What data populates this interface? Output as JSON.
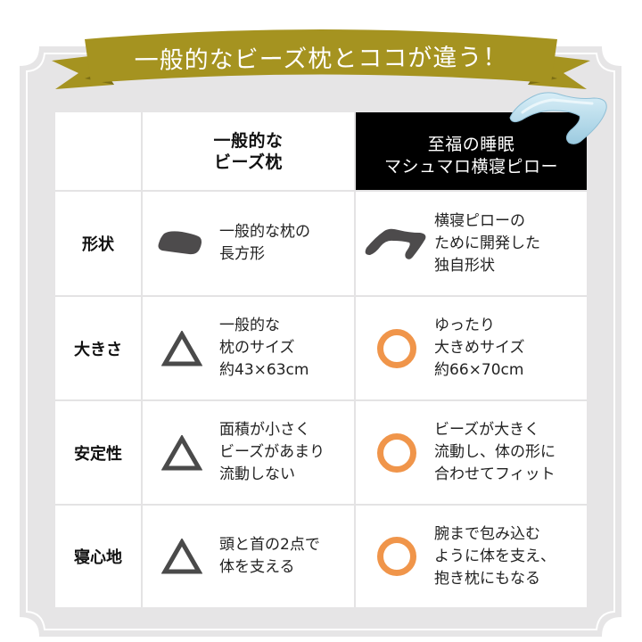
{
  "banner": {
    "title": "一般的なビーズ枕とココが違う！",
    "color": "#a59320"
  },
  "table": {
    "columns": [
      {
        "label": ""
      },
      {
        "label": "一般的な\nビーズ枕"
      },
      {
        "label": "至福の睡眠\nマシュマロ横寝ピロー"
      }
    ],
    "rows": [
      {
        "label": "形状",
        "general": {
          "icon": "rectangle-pillow-icon",
          "text": "一般的な枕の\n長方形"
        },
        "product": {
          "icon": "u-shaped-pillow-icon",
          "text": "横寝ピローの\nために開発した\n独自形状"
        }
      },
      {
        "label": "大きさ",
        "general": {
          "icon": "triangle-mark-icon",
          "text": "一般的な\n枕のサイズ\n約43×63cm"
        },
        "product": {
          "icon": "circle-mark-icon",
          "text": "ゆったり\n大きめサイズ\n約66×70cm"
        }
      },
      {
        "label": "安定性",
        "general": {
          "icon": "triangle-mark-icon",
          "text": "面積が小さく\nビーズがあまり\n流動しない"
        },
        "product": {
          "icon": "circle-mark-icon",
          "text": "ビーズが大きく\n流動し、体の形に\n合わせてフィット"
        }
      },
      {
        "label": "寝心地",
        "general": {
          "icon": "triangle-mark-icon",
          "text": "頭と首の2点で\n体を支える"
        },
        "product": {
          "icon": "circle-mark-icon",
          "text": "腕まで包み込む\nように体を支え、\n抱き枕にもなる"
        }
      }
    ]
  },
  "colors": {
    "frame": "#e6e5e6",
    "banner": "#a59320",
    "triangle": "#4a4a4a",
    "circle": "#f0954a",
    "shape": "#4d4b4c",
    "pillow": "#bfe0ef",
    "header_black": "#000000"
  }
}
